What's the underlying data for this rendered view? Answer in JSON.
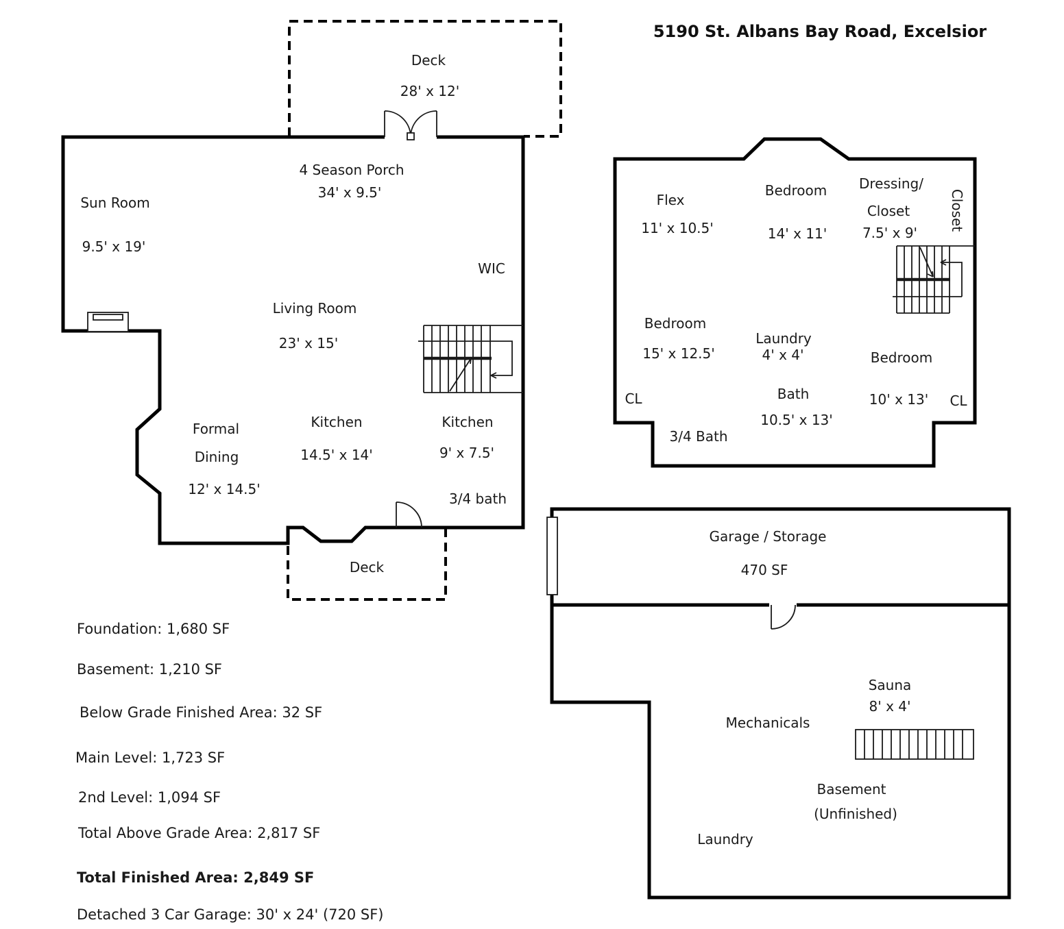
{
  "title": "5190 St. Albans Bay Road, Excelsior",
  "colors": {
    "wall": "#000000",
    "text": "#1a1a1a",
    "background": "#ffffff"
  },
  "main_level": {
    "deck_top": {
      "label": "Deck",
      "dims": "28' x 12'"
    },
    "porch": {
      "label": "4 Season Porch",
      "dims": "34' x 9.5'"
    },
    "sun_room": {
      "label": "Sun Room",
      "dims": "9.5' x 19'"
    },
    "wic": {
      "label": "WIC"
    },
    "living_room": {
      "label": "Living Room",
      "dims": "23' x 15'"
    },
    "kitchen_main": {
      "label": "Kitchen",
      "dims": "14.5' x 14'"
    },
    "kitchen_small": {
      "label": "Kitchen",
      "dims": "9' x 7.5'"
    },
    "formal_dining": {
      "line1": "Formal",
      "line2": "Dining",
      "dims": "12' x 14.5'"
    },
    "bath": {
      "label": "3/4 bath"
    },
    "deck_bottom": {
      "label": "Deck"
    }
  },
  "second_level": {
    "flex": {
      "label": "Flex",
      "dims": "11' x 10.5'"
    },
    "bedroom_top": {
      "label": "Bedroom",
      "dims": "14' x 11'"
    },
    "dressing_closet": {
      "line1": "Dressing/",
      "line2": "Closet",
      "dims": "7.5' x 9'"
    },
    "closet_side": {
      "label": "Closet"
    },
    "bedroom_left": {
      "label": "Bedroom",
      "dims": "15' x 12.5'"
    },
    "laundry": {
      "label": "Laundry",
      "dims": "4' x 4'"
    },
    "bedroom_right": {
      "label": "Bedroom",
      "dims": "10' x 13'"
    },
    "bath": {
      "label": "Bath",
      "dims": "10.5' x 13'"
    },
    "closet_left": {
      "label": "CL"
    },
    "closet_right": {
      "label": "CL"
    },
    "bath34": {
      "label": "3/4 Bath"
    }
  },
  "basement_level": {
    "garage": {
      "label": "Garage / Storage",
      "dims": "470 SF"
    },
    "sauna": {
      "label": "Sauna",
      "dims": "8' x 4'"
    },
    "mechanicals": {
      "label": "Mechanicals"
    },
    "basement": {
      "line1": "Basement",
      "line2": "(Unfinished)"
    },
    "laundry": {
      "label": "Laundry"
    }
  },
  "summary": {
    "lines": [
      "Foundation: 1,680 SF",
      "Basement: 1,210 SF",
      "Below Grade Finished Area: 32 SF",
      "Main Level: 1,723 SF",
      "2nd Level: 1,094 SF",
      "Total Above Grade Area: 2,817 SF",
      "Total Finished Area: 2,849 SF",
      "Detached 3 Car Garage: 30' x 24' (720 SF)"
    ]
  }
}
